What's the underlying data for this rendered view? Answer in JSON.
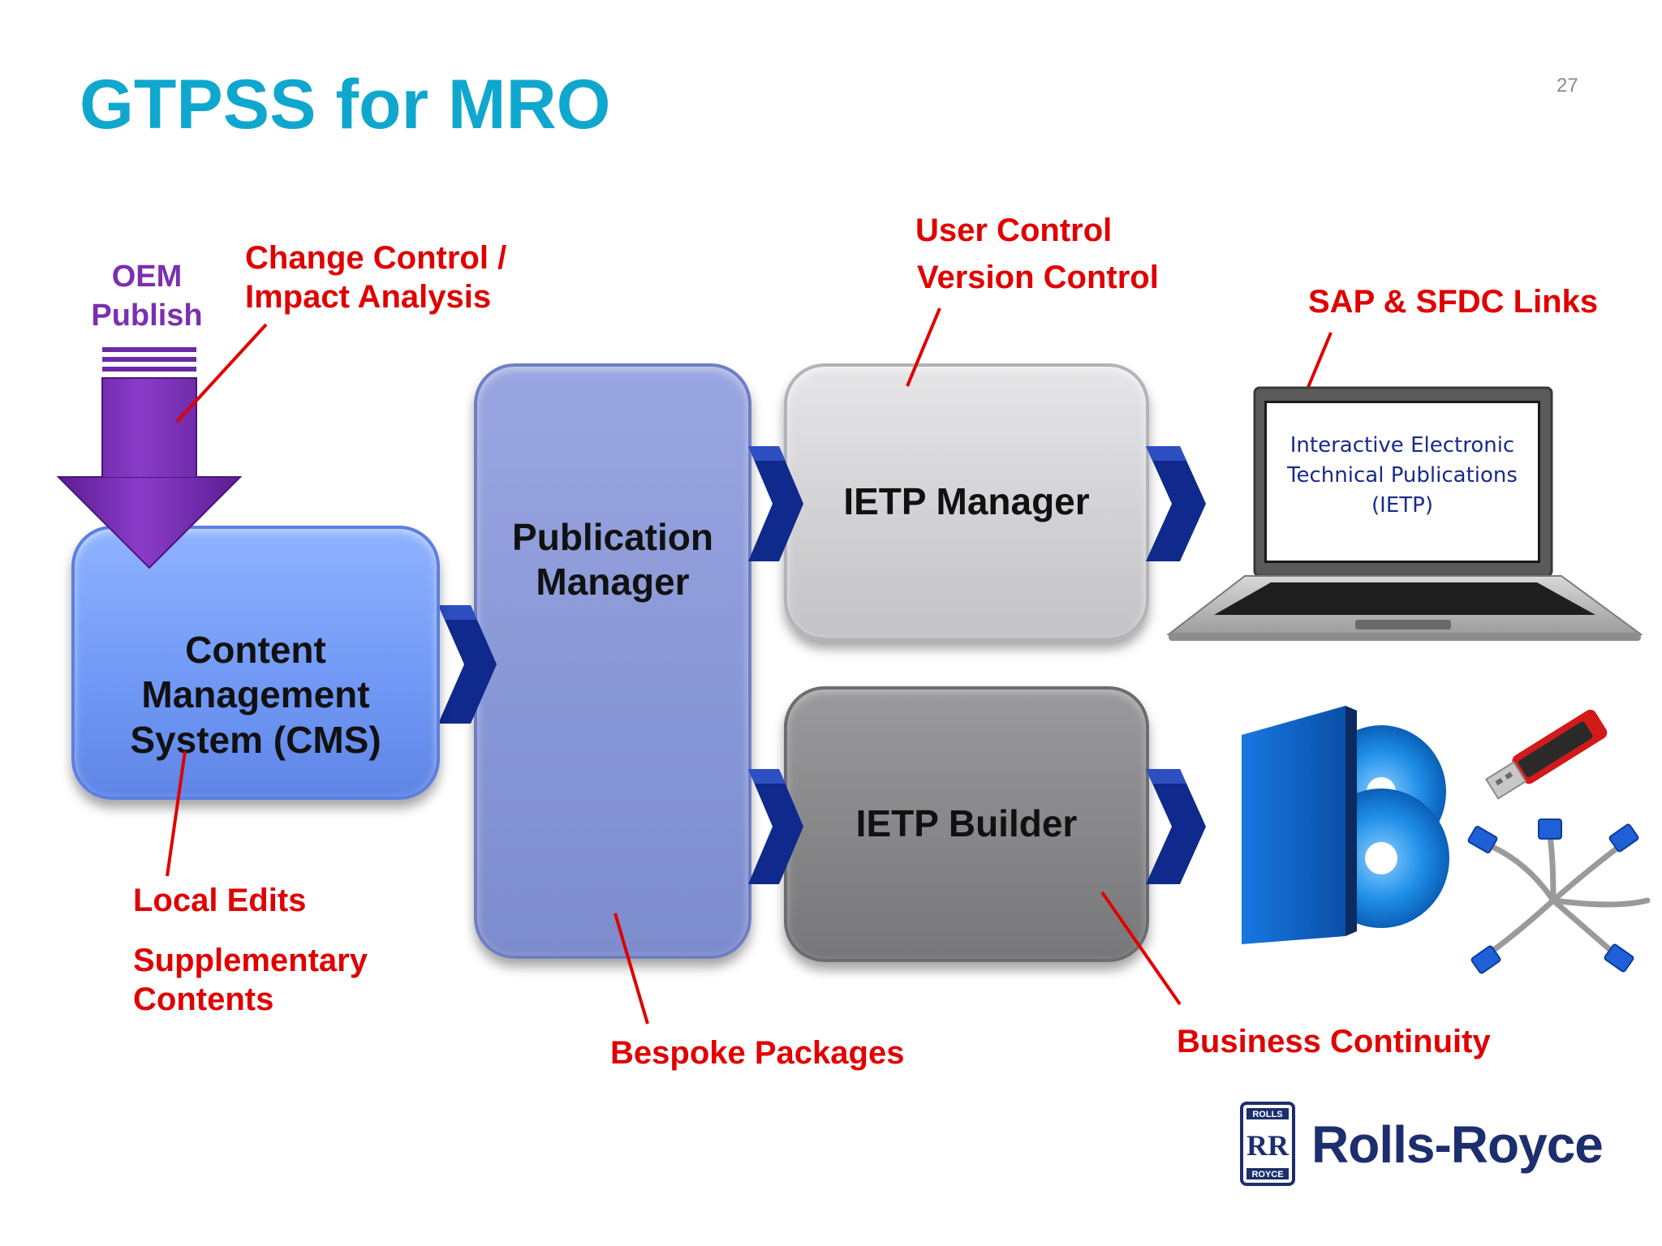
{
  "title": "GTPSS for MRO",
  "page_number": "27",
  "colors": {
    "title": "#10a7cf",
    "annotation": "#e00000",
    "oem": "#7a2fb0",
    "logo": "#1c2e6e"
  },
  "oem": {
    "line1": "OEM",
    "line2": "Publish"
  },
  "boxes": {
    "cms": {
      "line1": "Content",
      "line2": "Management",
      "line3": "System (CMS)"
    },
    "publication": {
      "line1": "Publication",
      "line2": "Manager"
    },
    "ietp_manager": "IETP Manager",
    "ietp_builder": "IETP Builder"
  },
  "annotations": {
    "change_control": {
      "line1": "Change Control /",
      "line2": "Impact Analysis"
    },
    "user_control": "User Control",
    "version_control": "Version Control",
    "sap_links": "SAP & SFDC Links",
    "local_edits": "Local Edits",
    "supplementary": {
      "line1": "Supplementary",
      "line2": "Contents"
    },
    "bespoke": "Bespoke Packages",
    "business_continuity": "Business Continuity"
  },
  "laptop_screen": {
    "line1": "Interactive Electronic",
    "line2": "Technical Publications",
    "line3": "(IETP)"
  },
  "logo": {
    "name": "Rolls-Royce",
    "badge_top": "ROLLS",
    "badge_bottom": "ROYCE",
    "badge_mark": "RR"
  },
  "icons": [
    "down-arrow-icon",
    "chevron-arrow-icon",
    "laptop-icon",
    "dvd-case-icon",
    "usb-drive-icon",
    "network-cables-icon"
  ]
}
